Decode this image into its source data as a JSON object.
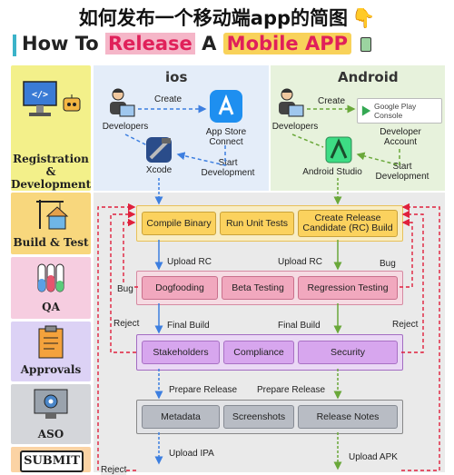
{
  "title_cn": "如何发布一个移动端app的简图",
  "title_en": {
    "pre": "How To",
    "hl1": "Release",
    "mid": "A",
    "hl2": "Mobile APP"
  },
  "stages": {
    "registration": "Registration & Development",
    "build": "Build & Test",
    "qa": "QA",
    "approvals": "Approvals",
    "aso": "ASO",
    "submit": "SUBMIT"
  },
  "ios": {
    "header": "ios",
    "developers": "Developers",
    "create": "Create",
    "app_store": "App Store Connect",
    "start": "Start Development",
    "xcode": "Xcode",
    "upload_rc": "Upload RC",
    "upload_ipa": "Upload IPA"
  },
  "android": {
    "header": "Android",
    "developers": "Developers",
    "create": "Create",
    "play_console": "Google Play Console",
    "dev_account": "Developer Account",
    "start": "Start Development",
    "studio": "Android Studio",
    "upload_rc": "Upload RC",
    "upload_apk": "Upload APK"
  },
  "build": {
    "compile": "Compile Binary",
    "unit": "Run Unit Tests",
    "rc": "Create Release Candidate (RC) Build"
  },
  "qa": {
    "dogfooding": "Dogfooding",
    "beta": "Beta Testing",
    "regression": "Regression Testing",
    "bug_left": "Bug",
    "bug_right": "Bug"
  },
  "final_build_l": "Final Build",
  "final_build_r": "Final Build",
  "reject_l": "Reject",
  "reject_r": "Reject",
  "reject_bottom": "Reject",
  "approvals": {
    "stakeholders": "Stakeholders",
    "compliance": "Compliance",
    "security": "Security"
  },
  "prepare_l": "Prepare Release",
  "prepare_r": "Prepare Release",
  "aso": {
    "metadata": "Metadata",
    "screenshots": "Screenshots",
    "release_notes": "Release Notes"
  },
  "icons": [
    "code-monitor-icon",
    "robot-icon",
    "crane-house-icon",
    "test-tubes-icon",
    "clipboard-icon",
    "gear-monitor-icon",
    "pointing-hand-icon",
    "cup-icon"
  ],
  "colors": {
    "blue_arrow": "#3d7fe0",
    "green_arrow": "#6aa83a",
    "red_dashed": "#e0203c",
    "yellow": "#fbd25e",
    "pink": "#f1a8be",
    "purple": "#d7a6ee",
    "grey": "#b8bcc4"
  }
}
